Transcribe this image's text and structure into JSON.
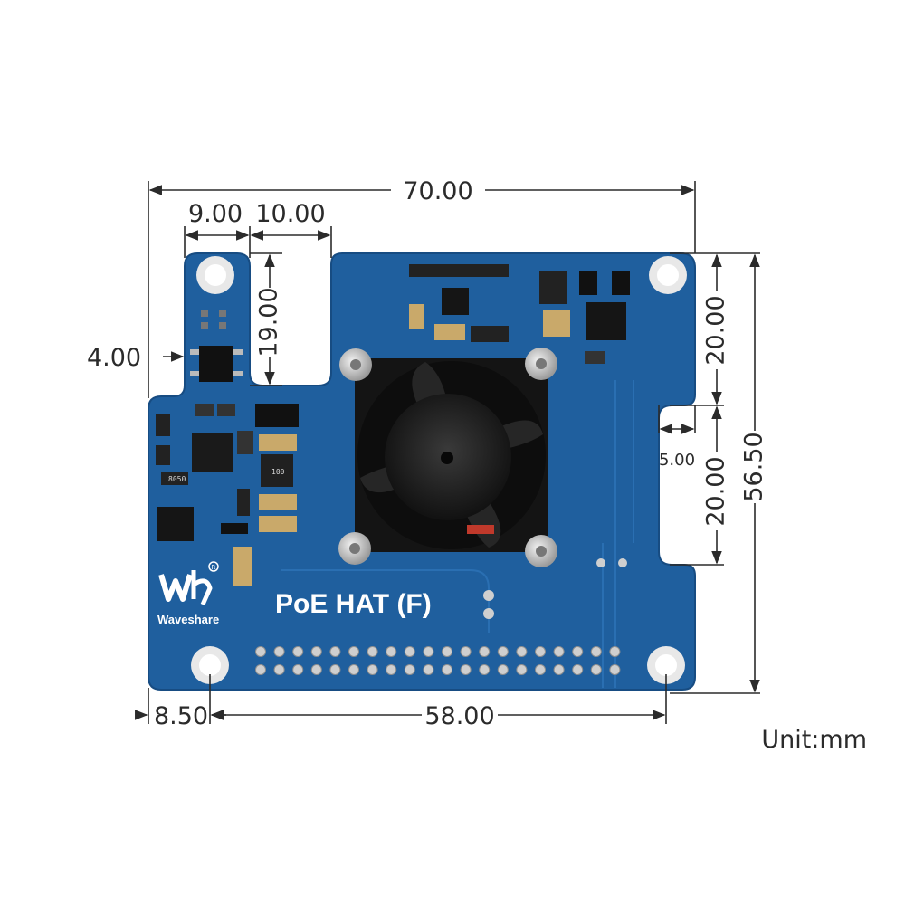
{
  "board": {
    "product_name": "PoE HAT (F)",
    "brand_name": "Waveshare",
    "colors": {
      "pcb": "#1f5f9e",
      "pcb_edge": "#174c82",
      "silk": "#ffffff",
      "fan": "#1a1a1a",
      "dimension_line": "#2b2b2b"
    }
  },
  "dimensions": {
    "overall_width": "70.00",
    "top_left_offset": "9.00",
    "notch_width": "10.00",
    "notch_depth": "19.00",
    "left_offset": "4.00",
    "right_upper": "20.00",
    "right_lower": "20.00",
    "right_notch": "5.00",
    "overall_height": "56.50",
    "hole_left_offset": "8.50",
    "hole_spacing": "58.00"
  },
  "unit_label": "Unit:mm",
  "icons": [
    "waveshare-logo-icon",
    "registered-mark-icon",
    "cooling-fan-icon"
  ]
}
